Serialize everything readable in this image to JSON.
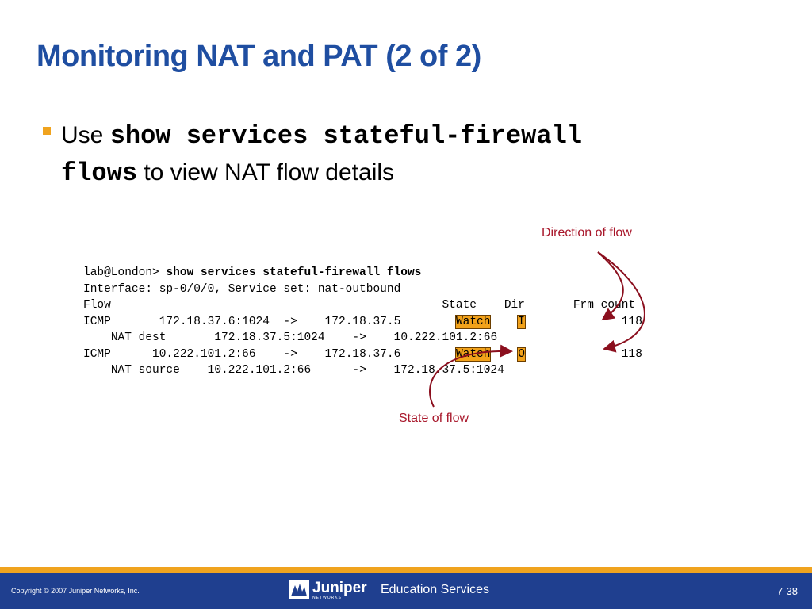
{
  "slide": {
    "title": "Monitoring NAT and PAT (2 of 2)",
    "bullet": {
      "prefix": "Use ",
      "command_part1": "show services stateful-firewall",
      "command_part2": "flows",
      "suffix": " to view NAT flow details"
    }
  },
  "callouts": {
    "direction": "Direction of flow",
    "state": "State of flow"
  },
  "terminal": {
    "prompt": "lab@London> ",
    "command": "show services stateful-firewall flows",
    "interface_line": "Interface: sp-0/0/0, Service set: nat-outbound",
    "header": {
      "flow": "Flow",
      "state": "State",
      "dir": "Dir",
      "frm_count": "Frm count"
    },
    "rows": [
      {
        "proto": "ICMP",
        "src": "172.18.37.6:1024",
        "arrow": "->",
        "dst": "172.18.37.5",
        "state": "Watch",
        "dir": "I",
        "count": "118",
        "nat_label": "NAT dest",
        "nat_src": "172.18.37.5:1024",
        "nat_arrow": "->",
        "nat_dst": "10.222.101.2:66"
      },
      {
        "proto": "ICMP",
        "src": "10.222.101.2:66",
        "arrow": "->",
        "dst": "172.18.37.6",
        "state": "Watch",
        "dir": "O",
        "count": "118",
        "nat_label": "NAT source",
        "nat_src": "10.222.101.2:66",
        "nat_arrow": "->",
        "nat_dst": "172.18.37.5:1024"
      }
    ]
  },
  "footer": {
    "copyright": "Copyright © 2007 Juniper Networks, Inc.",
    "logo_name": "Juniper",
    "logo_sub": "NETWORKS",
    "education": "Education Services",
    "page": "7-38"
  },
  "colors": {
    "title": "#1f4ea1",
    "bullet": "#f0a31e",
    "callout": "#a8162a",
    "highlight": "#f2a21a",
    "footer_bg": "#1f3f8f"
  }
}
